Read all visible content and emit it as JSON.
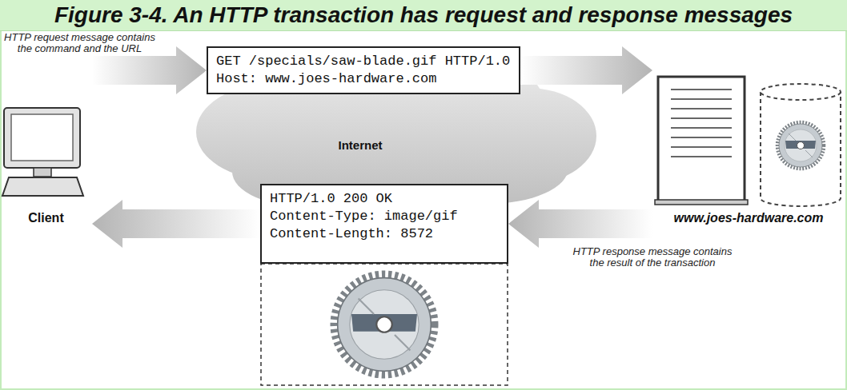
{
  "diagram": {
    "title": "Figure 3-4. An HTTP transaction has request and response messages",
    "nodes": [
      {
        "text": [
          "GET /specials/saw-blade.gif HTTP/1.0",
          "Host: www.joes-hardware.com"
        ]
      },
      {
        "text": [
          "Client"
        ]
      },
      {
        "text": [
          "Internet"
        ]
      },
      {
        "text": [
          "www.joes-hardware.com"
        ]
      },
      {
        "text": [
          "HTTP/1.0 200 OK",
          "Content-Type: image/gif",
          "Content-Length: 8572"
        ]
      }
    ],
    "edges": [
      {
        "from": 1,
        "to": 0,
        "arrow": "to"
      },
      {
        "from": 0,
        "to": 3,
        "arrow": "to"
      },
      {
        "from": 3,
        "to": 4,
        "arrow": "to"
      },
      {
        "from": 4,
        "to": 1,
        "arrow": "to"
      }
    ],
    "labels": [
      "HTTP request message contains the command and the URL",
      "HTTP response message contains the result of the transaction"
    ]
  }
}
